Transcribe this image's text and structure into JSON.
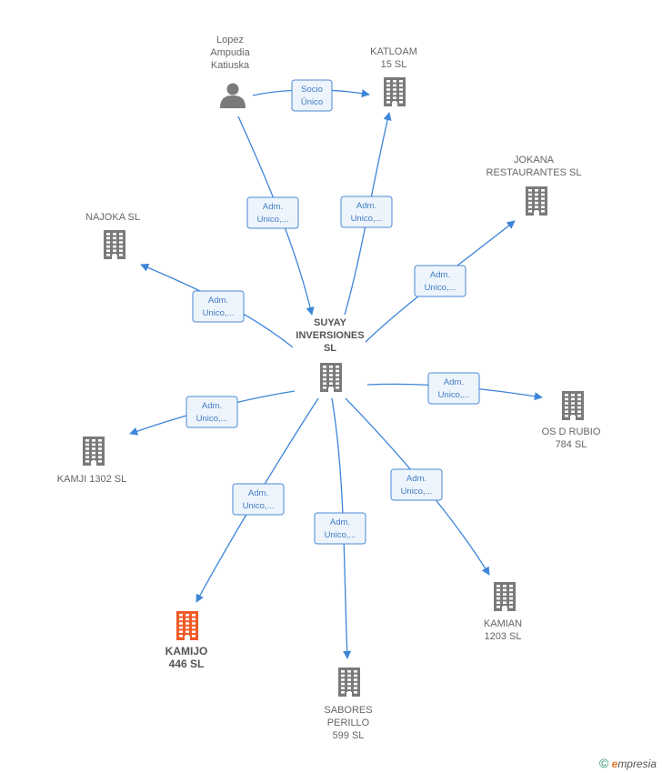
{
  "colors": {
    "edge": "#3d85d8",
    "building": "#7a7a7a",
    "building_highlight": "#f05a28",
    "person": "#7a7a7a"
  },
  "nodes": [
    {
      "id": "lopez",
      "icon": "person-icon",
      "lines": [
        "Lopez",
        "Ampudia",
        "Katiuska"
      ]
    },
    {
      "id": "katloam",
      "icon": "building-icon",
      "lines": [
        "KATLOAM",
        "15  SL"
      ]
    },
    {
      "id": "jokana",
      "icon": "building-icon",
      "lines": [
        "JOKANA",
        "RESTAURANTES SL"
      ]
    },
    {
      "id": "najoka",
      "icon": "building-icon",
      "lines": [
        "NAJOKA SL"
      ]
    },
    {
      "id": "suyay",
      "icon": "building-icon",
      "lines": [
        "SUYAY",
        "INVERSIONES",
        "SL"
      ]
    },
    {
      "id": "kamji",
      "icon": "building-icon",
      "lines": [
        "KAMJI 1302  SL"
      ]
    },
    {
      "id": "osdrubio",
      "icon": "building-icon",
      "lines": [
        "OS D RUBIO",
        "784  SL"
      ]
    },
    {
      "id": "kamijo",
      "icon": "building-icon",
      "lines": [
        "KAMIJO",
        "446  SL"
      ]
    },
    {
      "id": "kamian",
      "icon": "building-icon",
      "lines": [
        "KAMIAN",
        "1203  SL"
      ]
    },
    {
      "id": "sabores",
      "icon": "building-icon",
      "lines": [
        "SABORES",
        "PERILLO",
        "599  SL"
      ]
    }
  ],
  "edges": [
    {
      "from": "lopez",
      "to": "katloam",
      "label": [
        "Socio",
        "Único"
      ]
    },
    {
      "from": "lopez",
      "to": "suyay",
      "label": [
        "Adm.",
        "Unico,..."
      ]
    },
    {
      "from": "suyay",
      "to": "katloam",
      "label": [
        "Adm.",
        "Unico,..."
      ]
    },
    {
      "from": "suyay",
      "to": "jokana",
      "label": [
        "Adm.",
        "Unico,..."
      ]
    },
    {
      "from": "suyay",
      "to": "najoka",
      "label": [
        "Adm.",
        "Unico,..."
      ]
    },
    {
      "from": "suyay",
      "to": "kamji",
      "label": [
        "Adm.",
        "Unico,..."
      ]
    },
    {
      "from": "suyay",
      "to": "osdrubio",
      "label": [
        "Adm.",
        "Unico,..."
      ]
    },
    {
      "from": "suyay",
      "to": "kamijo",
      "label": [
        "Adm.",
        "Unico,..."
      ]
    },
    {
      "from": "suyay",
      "to": "sabores",
      "label": [
        "Adm.",
        "Unico,..."
      ]
    },
    {
      "from": "suyay",
      "to": "kamian",
      "label": [
        "Adm.",
        "Unico,..."
      ]
    }
  ],
  "footer": {
    "copyright": "©",
    "brand_initial": "e",
    "brand_rest": "mpresia"
  }
}
